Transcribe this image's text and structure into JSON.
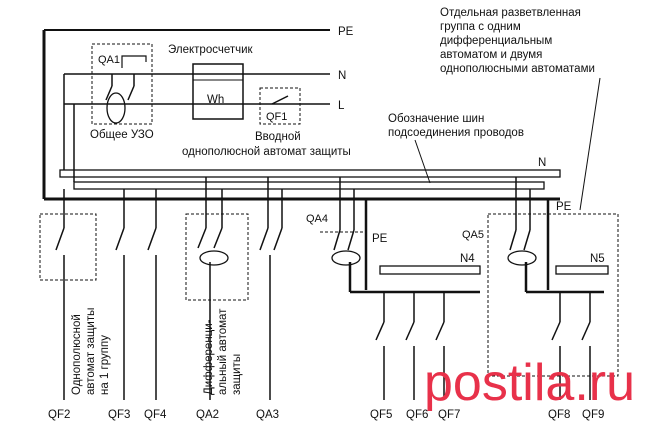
{
  "rails": {
    "pe": "PE",
    "n": "N",
    "l": "L"
  },
  "devices": {
    "qa1": "QA1",
    "wh": "Wh",
    "qf1": "QF1",
    "qa4": "QA4",
    "qa5": "QA5",
    "n4": "N4",
    "n5": "N5",
    "pe_qa4": "PE",
    "pe_right": "PE",
    "n_bus": "N"
  },
  "captions": {
    "meter": "Электросчетчик",
    "rcd_common": "Общее УЗО",
    "input_breaker_line1": "Вводной",
    "input_breaker_line2": "однополюсной автомат защиты",
    "bus_note_line1": "Обозначение шин",
    "bus_note_line2": "подсоединения проводов",
    "group_note": [
      "Отдельная разветвленная",
      "группа с одним",
      "дифференциальным",
      "автоматом и двумя",
      "однополюсными автоматами"
    ],
    "qf2_note": [
      "Однополюсной",
      "автомат защиты",
      "на 1 группу"
    ],
    "qa2_note": [
      "Дифференци-",
      "альный автомат",
      "защиты"
    ]
  },
  "bottom_labels": [
    "QF2",
    "QF3",
    "QF4",
    "QA2",
    "QA3",
    "QF5",
    "QF6",
    "QF7",
    "QF8",
    "QF9"
  ],
  "watermark": "postila.ru"
}
